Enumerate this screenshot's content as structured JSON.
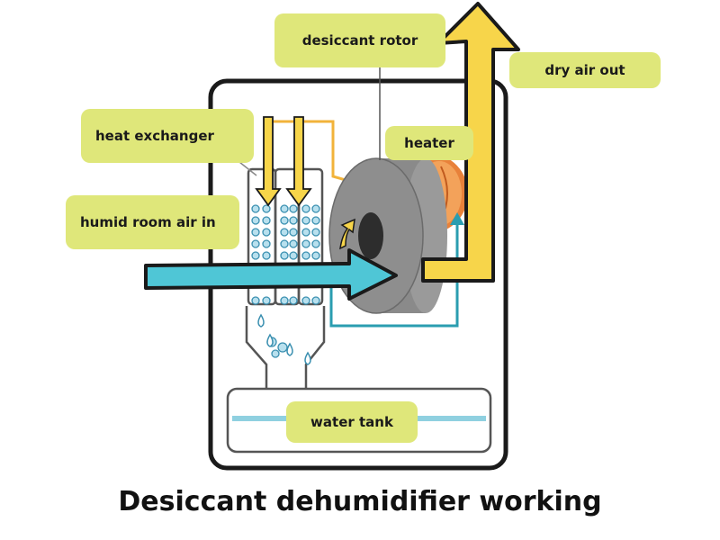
{
  "labels": {
    "desiccant_rotor": "desiccant rotor",
    "dry_air_out": "dry air out",
    "heater": "heater",
    "heat_exchanger": "heat exchanger",
    "humid_room_air_in": "humid room air in",
    "water_tank": "water tank"
  },
  "caption": "Desiccant dehumidifier working",
  "colors": {
    "label_bg": "#dfe77a",
    "airflow_in": "#4fc6d6",
    "dry_air_arrow": "#f7d54a",
    "pipe": "#2a9db0",
    "heater": "#e8813a",
    "rotor": "#8e8e8e",
    "droplet": "#8cc5e0",
    "housing_outline": "#1a1a1a"
  }
}
